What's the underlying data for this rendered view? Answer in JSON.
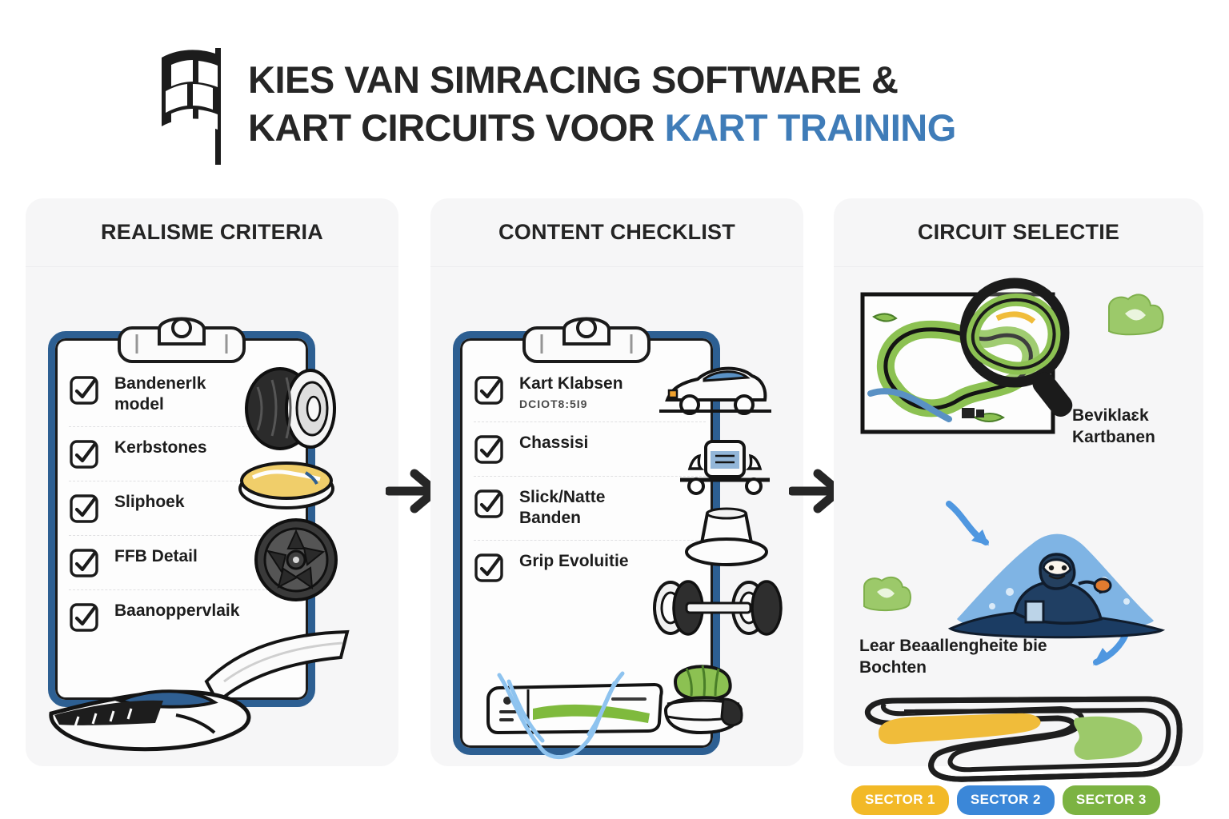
{
  "title": {
    "icon": "checkered-flag-icon",
    "line1": "KIES VAN SIMRACING SOFTWARE &",
    "line2_plain": "KART CIRCUITS VOOR ",
    "line2_accent": "KART TRAINING"
  },
  "colors": {
    "accent_blue": "#3f7cb8",
    "clipboard_blue": "#2d5f92",
    "sector1_yellow": "#f2b927",
    "sector2_blue": "#3b87d8",
    "sector3_green": "#7cb342",
    "panel_bg": "#f6f6f7",
    "ink": "#1d1d1d"
  },
  "panels": [
    {
      "id": "realisme-criteria",
      "title": "REALISME CRITERIA",
      "checklist": [
        {
          "label": "Bandenerlk model",
          "sub": ""
        },
        {
          "label": "Kerbstones",
          "sub": ""
        },
        {
          "label": "Sliphoek",
          "sub": ""
        },
        {
          "label": "FFB Detail",
          "sub": ""
        },
        {
          "label": "Baanoppervlaik",
          "sub": ""
        }
      ],
      "art": [
        "rain-tire-icon",
        "yellow-kerb-icon",
        "alloy-wheel-icon",
        "track-surface-icon",
        "race-car-icon"
      ]
    },
    {
      "id": "content-checklist",
      "title": "CONTENT CHECKLIST",
      "checklist": [
        {
          "label": "Kart Klabsen",
          "sub": "DCIOT8:5I9"
        },
        {
          "label": "Chassisi",
          "sub": ""
        },
        {
          "label": "Slick/Natte Banden",
          "sub": ""
        },
        {
          "label": "Grip Evoluitie",
          "sub": ""
        }
      ],
      "art": [
        "car-icon",
        "kart-icon",
        "wet-tire-icon",
        "axle-tires-icon",
        "green-track-card-icon",
        "helmet-icon",
        "water-spray-icon"
      ]
    },
    {
      "id": "circuit-selectie",
      "title": "CIRCUIT SELECTIE",
      "labels": [
        {
          "name": "find-kart-tracks",
          "text": "Beviklaɛk Kartbanen"
        },
        {
          "name": "learn-corners",
          "text": "Lear Beaallengheite bie Bochten"
        }
      ],
      "art": [
        "map-icon",
        "magnifier-icon",
        "bush-icon",
        "kart-driver-icon",
        "curved-arrow-icon",
        "track-layout-icon"
      ],
      "sectors": [
        {
          "label": "SECTOR 1",
          "color": "#f2b927"
        },
        {
          "label": "SECTOR 2",
          "color": "#3b87d8"
        },
        {
          "label": "SECTOR 3",
          "color": "#7cb342"
        }
      ]
    }
  ],
  "flow": {
    "arrow_icon": "arrow-right-icon",
    "count": 2
  }
}
